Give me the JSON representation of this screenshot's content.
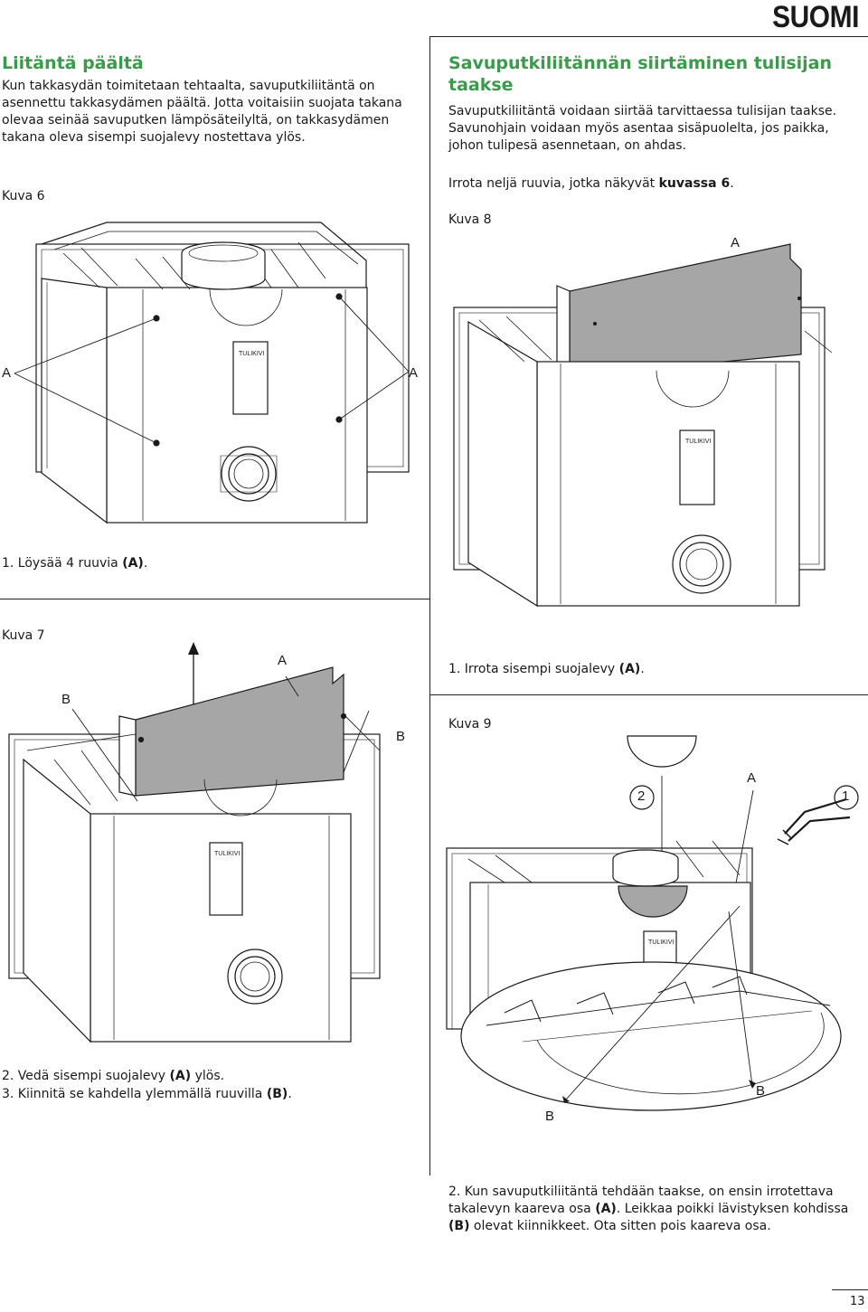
{
  "header": {
    "language": "SUOMI"
  },
  "left": {
    "title": "Liitäntä päältä",
    "intro": "Kun takkasydän toimitetaan tehtaalta, savuputkiliitäntä on asennettu takkasydämen päältä. Jotta voitaisiin suojata takana olevaa seinää savuputken lämpösäteilyltä, on takkasydämen takana oleva sisempi suojalevy nostettava ylös.",
    "fig6_label": "Kuva 6",
    "fig6_label_a1": "A",
    "fig6_label_a2": "A",
    "step1": "1. Löysää 4 ruuvia ",
    "step1_ref": "(A)",
    "step1_end": ".",
    "fig7_label": "Kuva 7",
    "fig7_label_a": "A",
    "fig7_label_b1": "B",
    "fig7_label_b2": "B",
    "step2": "2. Vedä sisempi suojalevy ",
    "step2_ref": "(A)",
    "step2_end": " ylös.",
    "step3": "3. Kiinnitä se kahdella ylemmällä ruuvilla ",
    "step3_ref": "(B)",
    "step3_end": "."
  },
  "right": {
    "title": "Savuputkiliitännän siirtäminen tulisijan taakse",
    "para1": "Savuputkiliitäntä voidaan siirtää tarvittaessa tulisijan taakse. Savunohjain voidaan myös asentaa sisäpuolelta, jos paikka, johon tulipesä asennetaan, on ahdas.",
    "para2": "Irrota neljä ruuvia, jotka näkyvät ",
    "para2_ref": "kuvassa 6",
    "para2_end": ".",
    "fig8_label": "Kuva 8",
    "fig8_label_a": "A",
    "step1": "1. Irrota sisempi suojalevy ",
    "step1_ref": "(A)",
    "step1_end": ".",
    "fig9_label": "Kuva 9",
    "fig9_label_a": "A",
    "fig9_num2": "2",
    "fig9_num1": "1",
    "fig9_label_b1": "B",
    "fig9_label_b2": "B",
    "step2": "2. Kun savuputkiliitäntä tehdään taakse, on ensin irrotettava takalevyn kaareva osa ",
    "step2_ref": "(A)",
    "step2_mid": ". Leikkaa poikki lävistyksen kohdissa ",
    "step2_ref2": "(B)",
    "step2_end": " olevat kiinnikkeet. Ota sitten pois kaareva osa."
  },
  "footer": {
    "page_number": "13"
  },
  "colors": {
    "heading_green": "#3b9a4b",
    "panel_gray": "#a6a6a6",
    "line": "#1a1a1a"
  }
}
